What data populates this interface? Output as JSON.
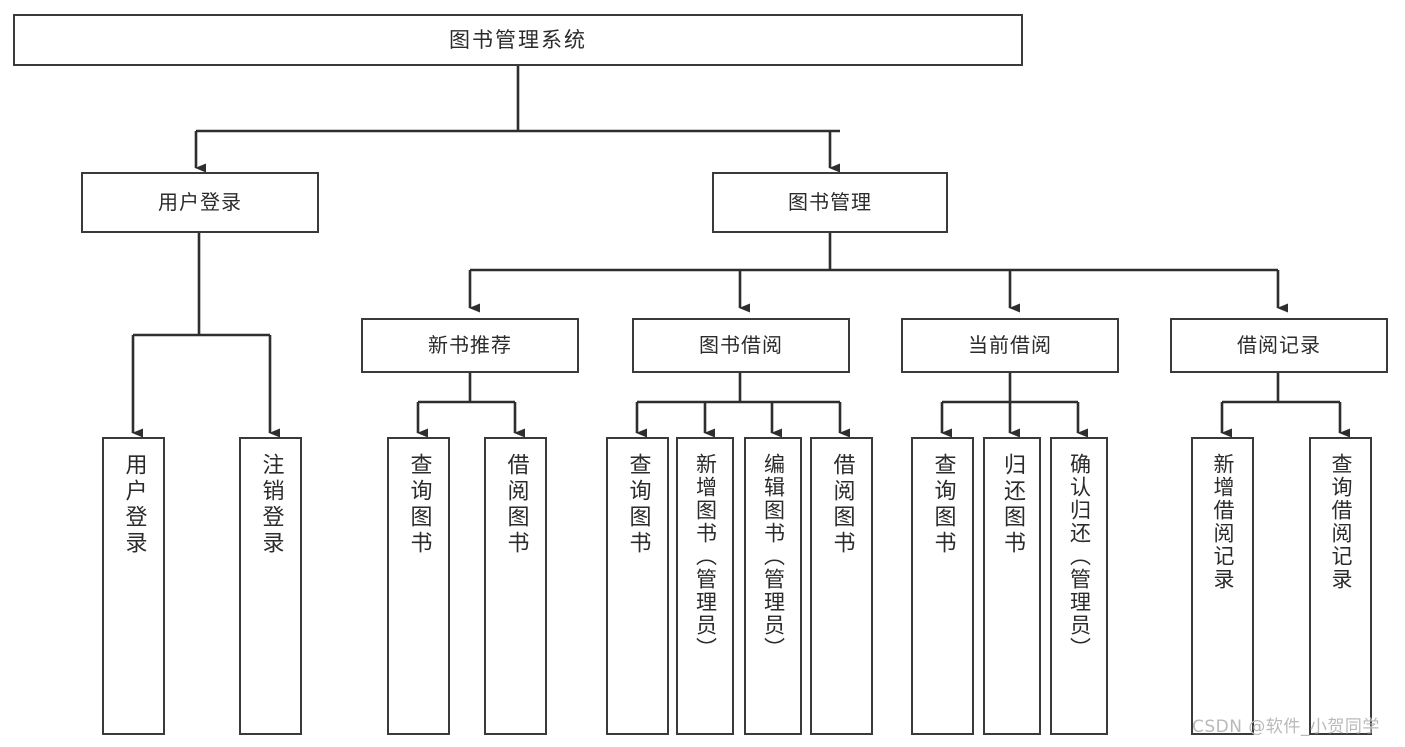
{
  "diagram": {
    "title": "图书管理系统",
    "type": "tree",
    "root": {
      "label": "图书管理系统"
    },
    "level2": [
      {
        "id": "user-login",
        "label": "用户登录"
      },
      {
        "id": "book-manage",
        "label": "图书管理"
      }
    ],
    "level3": [
      {
        "id": "new-book-recommend",
        "label": "新书推荐",
        "parent": "book-manage"
      },
      {
        "id": "book-borrow",
        "label": "图书借阅",
        "parent": "book-manage"
      },
      {
        "id": "current-borrow",
        "label": "当前借阅",
        "parent": "book-manage"
      },
      {
        "id": "borrow-record",
        "label": "借阅记录",
        "parent": "book-manage"
      }
    ],
    "leaves": [
      {
        "id": "leaf-user-login",
        "label": "用户登录",
        "parent": "user-login"
      },
      {
        "id": "leaf-logout",
        "label": "注销登录",
        "parent": "user-login"
      },
      {
        "id": "leaf-query-book-1",
        "label": "查询图书",
        "parent": "new-book-recommend"
      },
      {
        "id": "leaf-borrow-book-1",
        "label": "借阅图书",
        "parent": "new-book-recommend"
      },
      {
        "id": "leaf-query-book-2",
        "label": "查询图书",
        "parent": "book-borrow"
      },
      {
        "id": "leaf-add-book",
        "label": "新增图书（管理员）",
        "parent": "book-borrow"
      },
      {
        "id": "leaf-edit-book",
        "label": "编辑图书（管理员）",
        "parent": "book-borrow"
      },
      {
        "id": "leaf-borrow-book-2",
        "label": "借阅图书",
        "parent": "book-borrow"
      },
      {
        "id": "leaf-query-book-3",
        "label": "查询图书",
        "parent": "current-borrow"
      },
      {
        "id": "leaf-return-book",
        "label": "归还图书",
        "parent": "current-borrow"
      },
      {
        "id": "leaf-confirm-return",
        "label": "确认归还（管理员）",
        "parent": "current-borrow"
      },
      {
        "id": "leaf-add-record",
        "label": "新增借阅记录",
        "parent": "borrow-record"
      },
      {
        "id": "leaf-query-record",
        "label": "查询借阅记录",
        "parent": "borrow-record"
      }
    ],
    "colors": {
      "background": "#ffffff",
      "box_fill": "#ffffff",
      "box_stroke": "#3a3a3a",
      "text": "#2b2b2b",
      "watermark": "#b9b9b9"
    }
  },
  "watermark": {
    "text": "CSDN @软件_小贺同学"
  }
}
